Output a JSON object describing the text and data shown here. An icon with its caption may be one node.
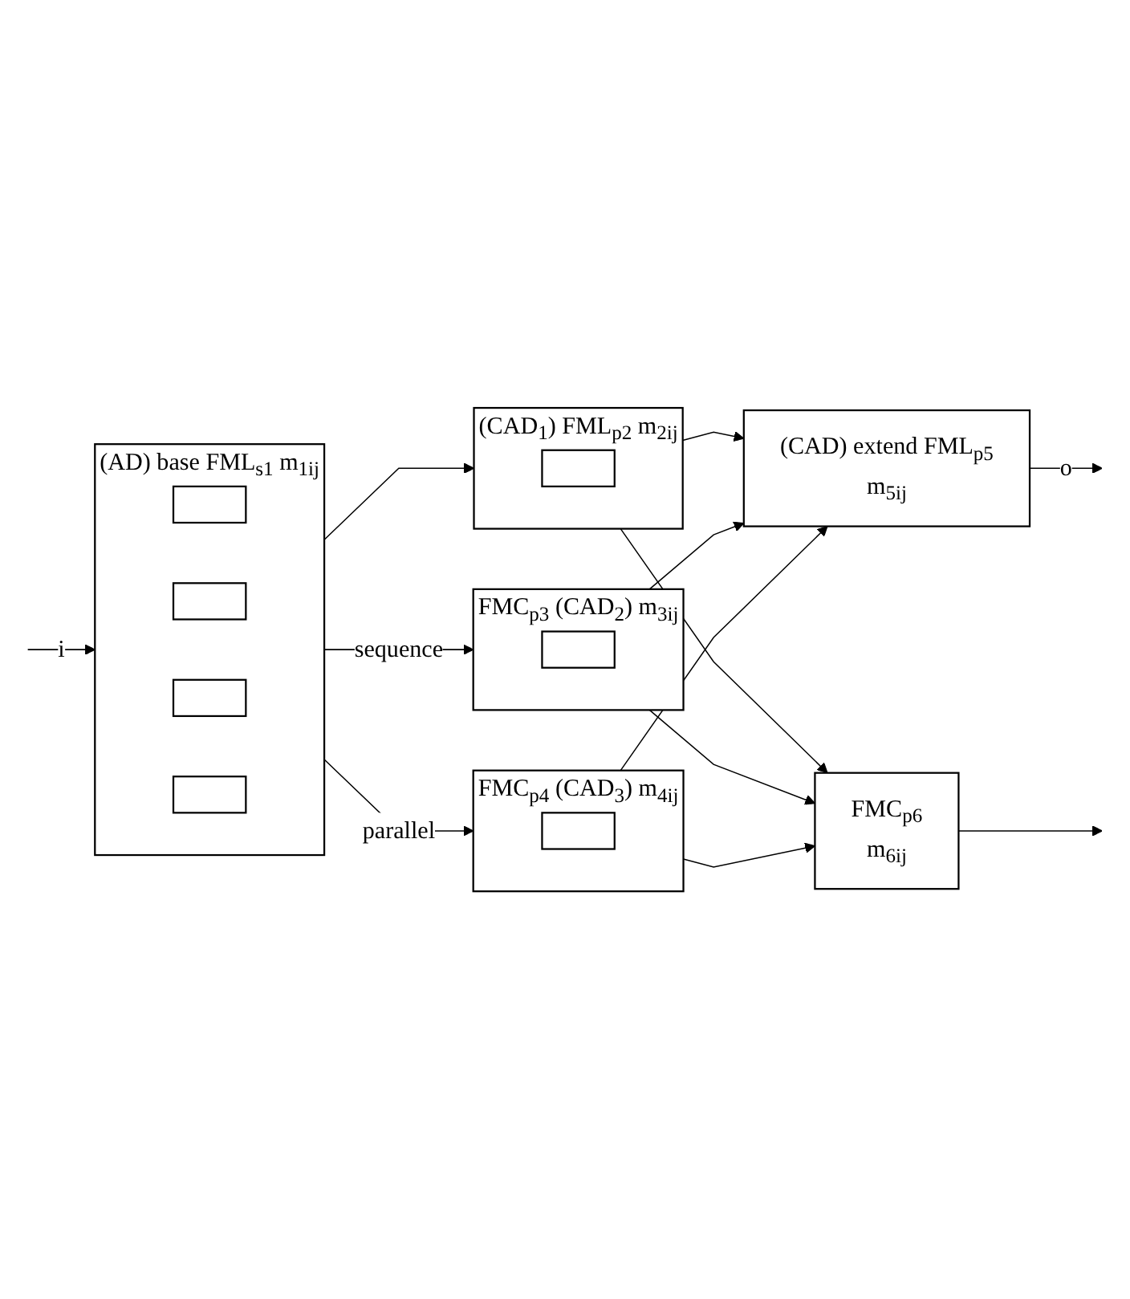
{
  "diagram": {
    "nodes": [
      {
        "text": [
          "(AD) base FML$_{s1}$",
          "m$_{1ij}$"
        ]
      },
      {
        "text": [],
        "shape": "box",
        "in": 0
      },
      {
        "text": [],
        "shape": "box",
        "in": 0
      },
      {
        "text": [],
        "shape": "box",
        "in": 0
      },
      {
        "text": [],
        "shape": "box",
        "in": 0
      },
      {
        "text": [
          "(CAD$_{1}$) FML$_{p2}$",
          "m$_{2ij}$"
        ]
      },
      {
        "text": [],
        "shape": "box",
        "in": 5
      },
      {
        "text": [
          "FMC$_{p3}$ (CAD$_{2}$)",
          "m$_{3ij}$"
        ]
      },
      {
        "text": [],
        "shape": "box",
        "in": 7
      },
      {
        "text": [
          "FMC$_{p4}$ (CAD$_{3}$)",
          "m$_{4ij}$"
        ]
      },
      {
        "text": [],
        "shape": "box",
        "in": 9
      },
      {
        "text": [
          "(CAD) extend FML$_{p5}$",
          "m$_{5ij}$"
        ]
      },
      {
        "text": [
          "FMC$_{p6}$",
          "m$_{6ij}$"
        ]
      }
    ],
    "edges": [
      {
        "from": null,
        "to": 0,
        "arrow": "to",
        "label": "i"
      },
      {
        "from": 0,
        "to": 5,
        "arrow": "to"
      },
      {
        "from": 0,
        "to": 7,
        "arrow": "to",
        "label": "sequence"
      },
      {
        "from": 0,
        "to": 9,
        "arrow": "to",
        "label": "parallel"
      },
      {
        "from": 5,
        "to": 11,
        "arrow": "to"
      },
      {
        "from": 5,
        "to": 12,
        "arrow": "to"
      },
      {
        "from": 7,
        "to": 11,
        "arrow": "to"
      },
      {
        "from": 7,
        "to": 12,
        "arrow": "to"
      },
      {
        "from": 9,
        "to": 11,
        "arrow": "to"
      },
      {
        "from": 9,
        "to": 12,
        "arrow": "to"
      },
      {
        "from": 11,
        "to": null,
        "arrow": "to",
        "label": "o"
      },
      {
        "from": 12,
        "to": null,
        "arrow": "to"
      }
    ]
  }
}
